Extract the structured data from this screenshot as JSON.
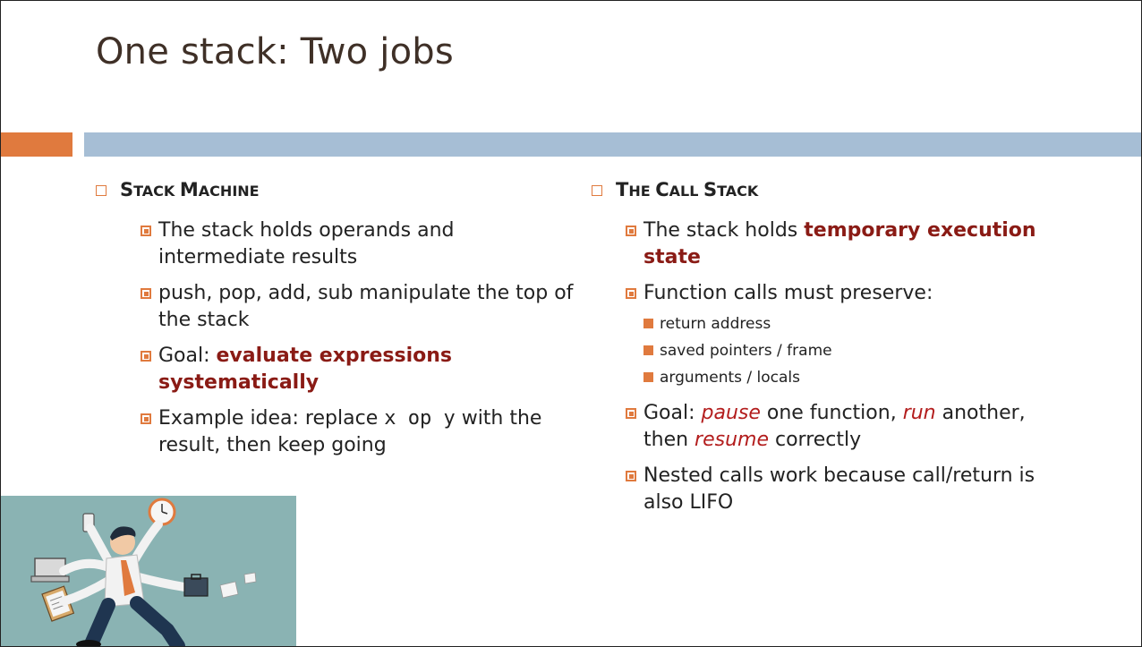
{
  "slide": {
    "title": "One stack: Two jobs",
    "left_column": {
      "heading_first_letter": "S",
      "heading_rest_1": "TACK ",
      "heading_second_letter": "M",
      "heading_rest_2": "ACHINE",
      "bullets": [
        {
          "text": "The stack holds operands and intermediate results"
        },
        {
          "text": "push, pop, add, sub manipulate the top of the stack"
        },
        {
          "prefix": "Goal: ",
          "emphasis": "evaluate expressions systematically"
        },
        {
          "prefix": "Example idea: replace ",
          "code": "x op y",
          "suffix": " with the result, then keep going"
        }
      ]
    },
    "right_column": {
      "heading_word1_first": "T",
      "heading_word1_rest": "HE ",
      "heading_word2_first": "C",
      "heading_word2_rest": "ALL ",
      "heading_word3_first": "S",
      "heading_word3_rest": "TACK",
      "bullets": [
        {
          "prefix": "The stack holds ",
          "emphasis": "temporary execution state"
        },
        {
          "text": "Function calls must preserve:",
          "sub": [
            "return address",
            "saved pointers / frame",
            "arguments / locals"
          ]
        },
        {
          "prefix": "Goal: ",
          "it1": "pause",
          "mid1": " one function, ",
          "it2": "run",
          "mid2": " another, then ",
          "it3": "resume",
          "suffix": " correctly"
        },
        {
          "text": "Nested calls work because call/return is also LIFO"
        }
      ]
    },
    "illustration": "multitasking-businessman",
    "colors": {
      "accent_orange": "#e07a3e",
      "accent_blue": "#a6bed5",
      "emphasis": "#8a1b15",
      "title": "#3f3027",
      "illustration_bg": "#8ab3b3"
    }
  }
}
